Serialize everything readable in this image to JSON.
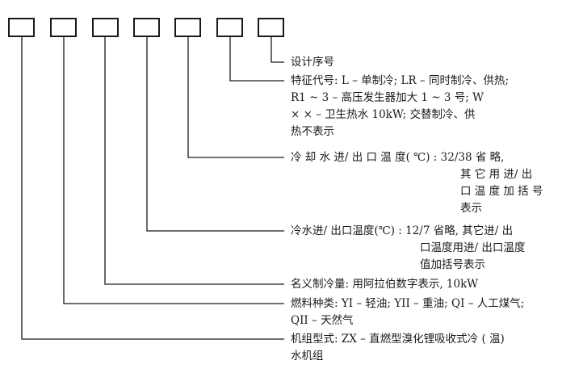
{
  "boxes": [
    "",
    "",
    "",
    "",
    "",
    "",
    ""
  ],
  "labels": {
    "design_seq": [
      "设计序号"
    ],
    "feature_code": [
      "特征代号: L – 单制冷; LR – 同时制冷、供热;",
      "R1 ~ 3 – 高压发生器加大 1 ~ 3 号; W",
      "× × – 卫生热水 10kW; 交替制冷、供",
      "热不表示"
    ],
    "cooling_water_temp": [
      "冷 却 水 进/ 出 口 温 度( ℃) : 32/38   省 略,",
      "其 它 用 进/ 出",
      "口 温 度 加 括 号",
      "表示"
    ],
    "chilled_water_temp": [
      "冷水进/ 出口温度(℃) : 12/7  省略, 其它进/ 出",
      "口温度用进/ 出口温度",
      "值加括号表示"
    ],
    "nominal_capacity": [
      "名义制冷量: 用阿拉伯数字表示, 10kW"
    ],
    "fuel_type": [
      "燃料种类: YI – 轻油; YII – 重油; QI – 人工煤气;",
      "QII – 天然气"
    ],
    "unit_model": [
      "机组型式: ZX – 直燃型溴化锂吸收式冷 ( 温)",
      "水机组"
    ]
  }
}
